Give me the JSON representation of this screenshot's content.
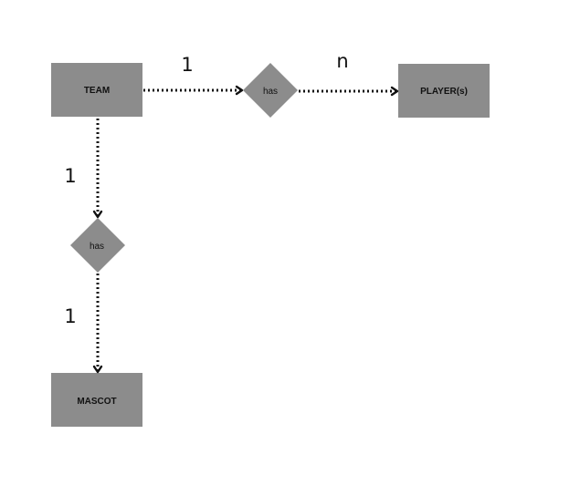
{
  "colors": {
    "shape_fill": "#8c8c8c",
    "line": "#111111",
    "background": "#ffffff"
  },
  "entities": {
    "team": "TEAM",
    "players": "PLAYER(s)",
    "mascot": "MASCOT"
  },
  "relationships": {
    "team_players": "has",
    "team_mascot": "has"
  },
  "cardinalities": {
    "team_players_left": "1",
    "team_players_right": "n",
    "team_mascot_top": "1",
    "team_mascot_bottom": "1"
  }
}
